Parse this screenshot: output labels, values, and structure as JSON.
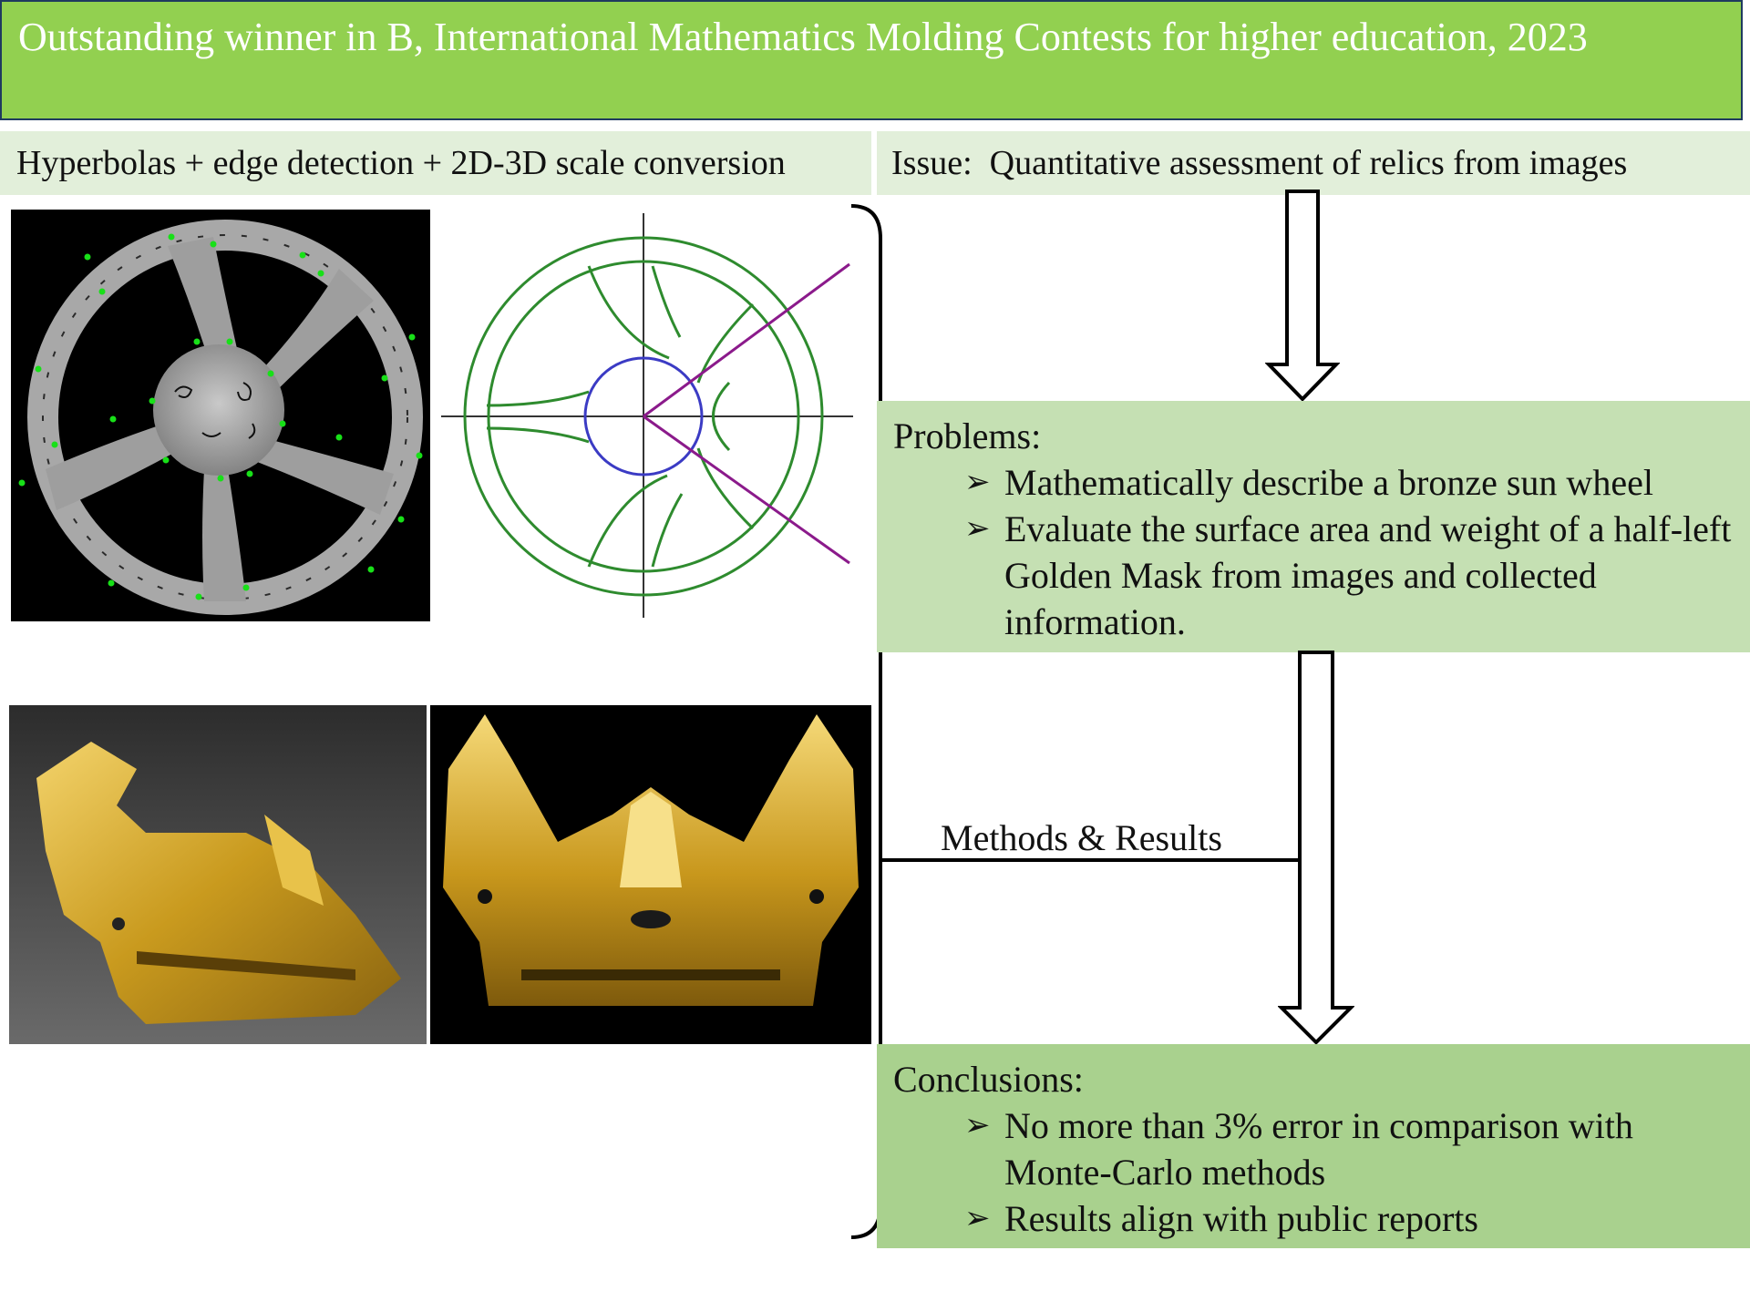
{
  "title": "Outstanding winner in B,  International Mathematics Molding Contests for higher education, 2023",
  "left_heading": "Hyperbolas + edge detection + 2D-3D scale conversion",
  "issue": {
    "label": "Issue:",
    "text": "Quantitative assessment of relics from images"
  },
  "problems": {
    "title": "Problems:",
    "items": [
      "Mathematically describe a bronze sun wheel",
      "Evaluate the surface area and weight of a half-left Golden Mask from images and collected information."
    ]
  },
  "methods_label": "Methods & Results",
  "conclusions": {
    "title": "Conclusions:",
    "items": [
      "No more than 3% error in comparison with Monte-Carlo methods",
      "Results align with public reports"
    ]
  },
  "colors": {
    "title_bg": "#92d050",
    "subhead_bg": "#e2efda",
    "problems_bg": "#c5e0b3",
    "conclusions_bg": "#a9d18e",
    "hyperbola": "#2e8b2e",
    "inner_circle": "#3b3bc4",
    "asymptote": "#8b1a8b",
    "gold": "#d4a82a"
  },
  "icons": {
    "bullet": "arrowhead-bullet-icon",
    "arrow": "hollow-down-arrow-icon"
  }
}
